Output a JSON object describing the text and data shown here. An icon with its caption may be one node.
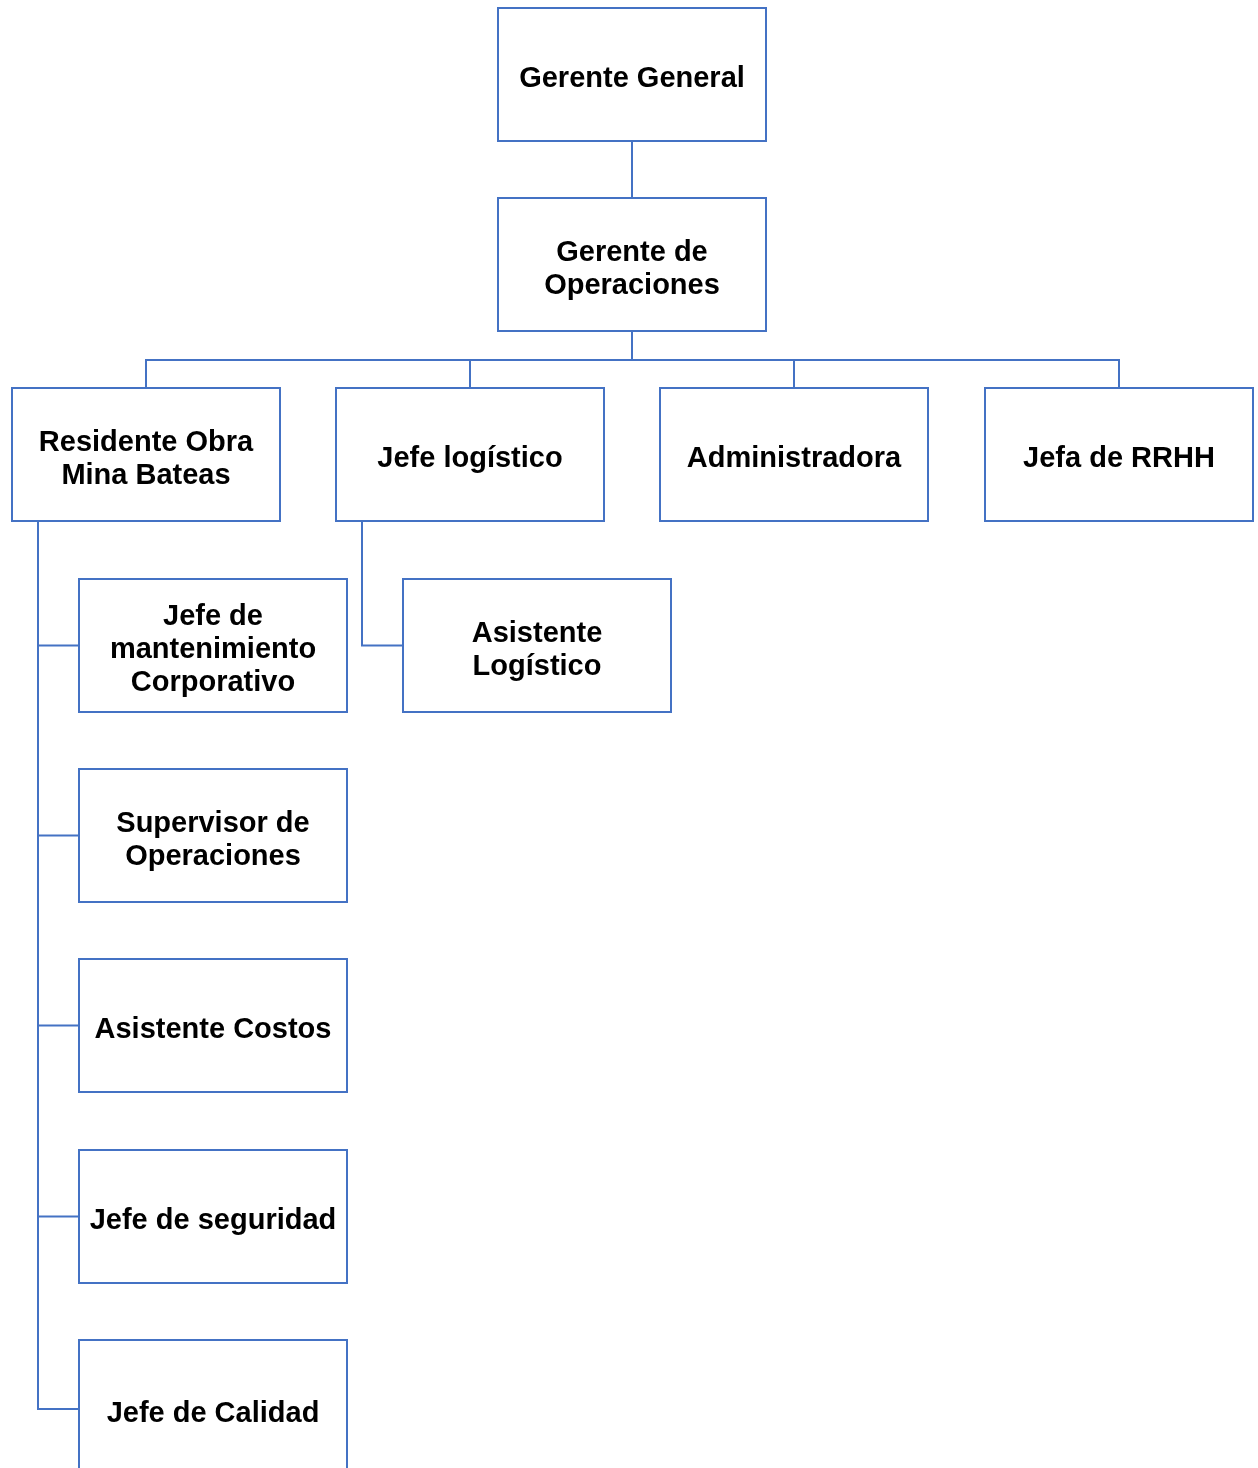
{
  "diagram": {
    "nodes": [
      {
        "text": [
          "Gerente General"
        ]
      },
      {
        "text": [
          "Gerente de Operaciones"
        ]
      },
      {
        "text": [
          "Residente Obra Mina Bateas"
        ]
      },
      {
        "text": [
          "Jefe logístico"
        ]
      },
      {
        "text": [
          "Administradora"
        ]
      },
      {
        "text": [
          "Jefa de RRHH"
        ]
      },
      {
        "text": [
          "Jefe de mantenimiento Corporativo"
        ]
      },
      {
        "text": [
          "Asistente Logístico"
        ]
      },
      {
        "text": [
          "Supervisor de Operaciones"
        ]
      },
      {
        "text": [
          "Asistente Costos"
        ]
      },
      {
        "text": [
          "Jefe de seguridad"
        ]
      },
      {
        "text": [
          "Jefe de Calidad"
        ]
      }
    ],
    "edges": [
      {
        "from": 0,
        "to": 1,
        "arrow": "none"
      },
      {
        "from": 1,
        "to": 2,
        "arrow": "none"
      },
      {
        "from": 1,
        "to": 3,
        "arrow": "none"
      },
      {
        "from": 1,
        "to": 4,
        "arrow": "none"
      },
      {
        "from": 1,
        "to": 5,
        "arrow": "none"
      },
      {
        "from": 2,
        "to": 6,
        "arrow": "none"
      },
      {
        "from": 3,
        "to": 7,
        "arrow": "none"
      },
      {
        "from": 2,
        "to": 8,
        "arrow": "none"
      },
      {
        "from": 2,
        "to": 9,
        "arrow": "none"
      },
      {
        "from": 2,
        "to": 10,
        "arrow": "none"
      },
      {
        "from": 2,
        "to": 11,
        "arrow": "none"
      }
    ]
  }
}
